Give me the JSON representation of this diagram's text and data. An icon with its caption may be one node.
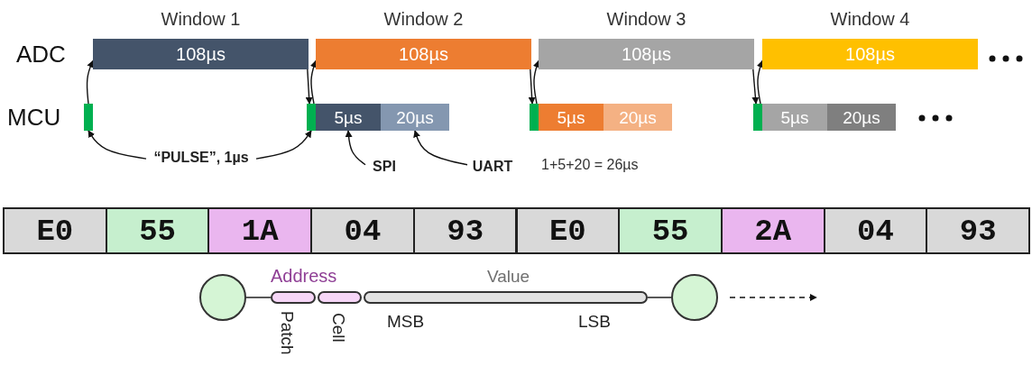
{
  "diagram": {
    "nodes": [
      {
        "text": [
          "Window 1",
          "108µs"
        ]
      },
      {
        "text": [
          "Window 2",
          "108µs"
        ]
      },
      {
        "text": [
          "Window 3",
          "108µs"
        ]
      },
      {
        "text": [
          "Window 4",
          "108µs"
        ]
      },
      {
        "text": [],
        "shape": "bar"
      },
      {
        "text": [],
        "shape": "bar"
      },
      {
        "text": [
          "5µs"
        ]
      },
      {
        "text": [
          "20µs"
        ]
      },
      {
        "text": [],
        "shape": "bar"
      },
      {
        "text": [
          "5µs"
        ]
      },
      {
        "text": [
          "20µs"
        ]
      },
      {
        "text": [],
        "shape": "bar"
      },
      {
        "text": [
          "5µs"
        ]
      },
      {
        "text": [
          "20µs"
        ]
      },
      {
        "text": [
          "“PULSE”, 1µs"
        ]
      },
      {
        "text": [
          "SPI"
        ]
      },
      {
        "text": [
          "UART"
        ]
      },
      {
        "text": [
          "E0"
        ]
      },
      {
        "text": [
          "55"
        ]
      },
      {
        "text": [
          "1A"
        ]
      },
      {
        "text": [
          "04"
        ]
      },
      {
        "text": [
          "93"
        ]
      },
      {
        "text": [
          "E0"
        ]
      },
      {
        "text": [
          "55"
        ]
      },
      {
        "text": [
          "2A"
        ]
      },
      {
        "text": [
          "04"
        ]
      },
      {
        "text": [
          "93"
        ]
      },
      {
        "text": [],
        "shape": "circle"
      },
      {
        "text": [
          "Patch"
        ]
      },
      {
        "text": [
          "Cell"
        ]
      },
      {
        "text": [
          "Value",
          "MSB",
          "LSB"
        ]
      },
      {
        "text": [],
        "shape": "circle"
      }
    ],
    "edges": [
      {
        "from": 4,
        "to": 0,
        "arrow": "to"
      },
      {
        "from": 0,
        "to": 5,
        "arrow": "to"
      },
      {
        "from": 5,
        "to": 1,
        "arrow": "to"
      },
      {
        "from": 1,
        "to": 8,
        "arrow": "to"
      },
      {
        "from": 8,
        "to": 2,
        "arrow": "to"
      },
      {
        "from": 2,
        "to": 11,
        "arrow": "to"
      },
      {
        "from": 11,
        "to": 3,
        "arrow": "to"
      },
      {
        "from": 14,
        "to": 4,
        "arrow": "to"
      },
      {
        "from": 14,
        "to": 5,
        "arrow": "to"
      },
      {
        "from": 15,
        "to": 6,
        "arrow": "to"
      },
      {
        "from": 16,
        "to": 7,
        "arrow": "to"
      },
      {
        "from": 27,
        "to": 28,
        "arrow": "none"
      },
      {
        "from": 30,
        "to": 31,
        "arrow": "none"
      },
      {
        "from": 31,
        "to": null,
        "arrow": "to",
        "style": "dashed"
      }
    ],
    "labels": [
      "ADC",
      "MCU",
      "1+5+20 = 26µs",
      "Address"
    ]
  }
}
